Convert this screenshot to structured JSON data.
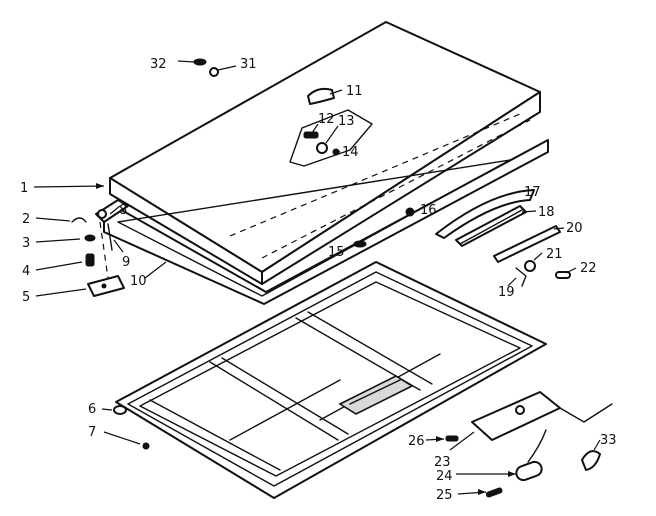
{
  "callouts": [
    "1",
    "2",
    "3",
    "4",
    "5",
    "6",
    "7",
    "8",
    "9",
    "10",
    "11",
    "12",
    "13",
    "14",
    "15",
    "16",
    "17",
    "18",
    "19",
    "20",
    "21",
    "22",
    "23",
    "24",
    "25",
    "26",
    "31",
    "32",
    "33"
  ]
}
